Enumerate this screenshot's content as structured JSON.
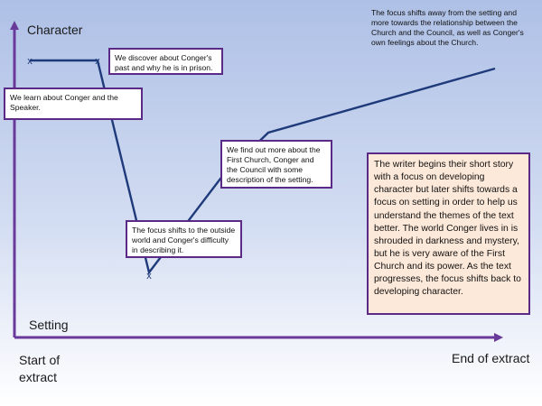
{
  "axes": {
    "y_label": "Character",
    "x_low_label": "Setting",
    "x_start_label_line1": "Start of",
    "x_start_label_line2": "extract",
    "x_end_label": "End of extract"
  },
  "colors": {
    "axis": "#6a3a9a",
    "line": "#1f3a7a",
    "note_border": "#5b2a86",
    "summary_bg": "#fde9d9"
  },
  "markers": [
    "x",
    "x",
    "x"
  ],
  "notes": {
    "speaker": "We learn about Conger and the Speaker.",
    "past": "We discover about Conger's past and why he is in prison.",
    "outside": "The focus shifts to the outside world and Conger's difficulty in describing it.",
    "church": "We find out more about the First Church, Conger and the Council with some description of the setting.",
    "top": "The focus shifts away from the setting and more towards the relationship between the Church and the Council, as well as Conger's own feelings about the Church."
  },
  "summary": "The writer begins their short story with a focus on developing character but later shifts towards a focus on setting in order to help us understand the themes of the text better. The world Conger lives in is shrouded in darkness and mystery, but he is very aware of the First Church and its power. As the text progresses, the focus shifts back to developing character."
}
